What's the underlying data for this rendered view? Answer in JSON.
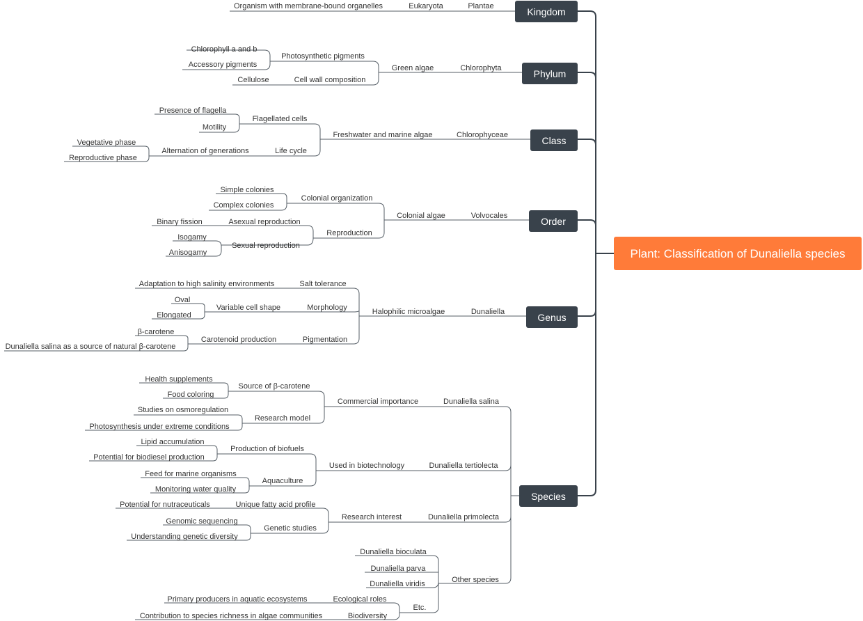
{
  "root": {
    "label": "Plant: Classification of Dunaliella species",
    "color": "#ff7b39"
  },
  "rank_box_color": "#39424b",
  "kingdom": {
    "rank": "Kingdom",
    "eukaryota": "Eukaryota",
    "plantae": "Plantae",
    "organelles": "Organism with membrane-bound organelles"
  },
  "phylum": {
    "rank": "Phylum",
    "chlorophyta": "Chlorophyta",
    "green_algae": "Green algae",
    "photosynthetic_pigments": "Photosynthetic pigments",
    "chlorophyll": "Chlorophyll a and b",
    "accessory": "Accessory pigments",
    "cell_wall": "Cell wall composition",
    "cellulose": "Cellulose"
  },
  "class": {
    "rank": "Class",
    "chlorophyceae": "Chlorophyceae",
    "fw_marine": "Freshwater and marine algae",
    "flagellated": "Flagellated cells",
    "presence": "Presence of flagella",
    "motility": "Motility",
    "life_cycle": "Life cycle",
    "alternation": "Alternation of generations",
    "vegetative": "Vegetative phase",
    "reproductive": "Reproductive phase"
  },
  "order": {
    "rank": "Order",
    "volvocales": "Volvocales",
    "colonial_algae": "Colonial algae",
    "colonial_org": "Colonial organization",
    "simple": "Simple colonies",
    "complex": "Complex colonies",
    "reproduction": "Reproduction",
    "asexual": "Asexual reproduction",
    "binary": "Binary fission",
    "sexual": "Sexual reproduction",
    "isogamy": "Isogamy",
    "anisogamy": "Anisogamy"
  },
  "genus": {
    "rank": "Genus",
    "dunaliella": "Dunaliella",
    "halophilic": "Halophilic microalgae",
    "salt": "Salt tolerance",
    "adaptation": "Adaptation to high salinity environments",
    "morphology": "Morphology",
    "variable_shape": "Variable cell shape",
    "oval": "Oval",
    "elongated": "Elongated",
    "pigmentation": "Pigmentation",
    "carotenoid": "Carotenoid production",
    "bcarotene": "β-carotene",
    "salina_source": "Dunaliella salina as a source of natural β-carotene"
  },
  "species": {
    "rank": "Species",
    "salina": "Dunaliella salina",
    "commercial": "Commercial importance",
    "source_bc": "Source of β-carotene",
    "health": "Health supplements",
    "food": "Food coloring",
    "research_model": "Research model",
    "osmo": "Studies on osmoregulation",
    "photo_extreme": "Photosynthesis under extreme conditions",
    "tertiolecta": "Dunaliella tertiolecta",
    "biotech": "Used in biotechnology",
    "biofuels": "Production of biofuels",
    "lipid": "Lipid accumulation",
    "biodiesel": "Potential for biodiesel production",
    "aquaculture": "Aquaculture",
    "feed": "Feed for marine organisms",
    "water": "Monitoring water quality",
    "primolecta": "Dunaliella primolecta",
    "research_interest": "Research interest",
    "fatty": "Unique fatty acid profile",
    "nutra": "Potential for nutraceuticals",
    "genetic": "Genetic studies",
    "genomic": "Genomic sequencing",
    "diversity": "Understanding genetic diversity",
    "other": "Other species",
    "bioculata": "Dunaliella bioculata",
    "parva": "Dunaliella parva",
    "viridis": "Dunaliella viridis",
    "etc": "Etc.",
    "ecological": "Ecological roles",
    "primary": "Primary producers in aquatic ecosystems",
    "biodiversity": "Biodiversity",
    "richness": "Contribution to species richness in algae communities"
  }
}
